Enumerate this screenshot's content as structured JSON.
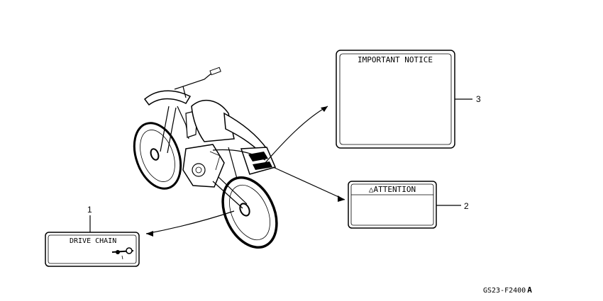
{
  "labels": {
    "notice": {
      "number": "3",
      "title": "IMPORTANT NOTICE"
    },
    "attention": {
      "number": "2",
      "title": "ATTENTION",
      "symbol": "△"
    },
    "drive_chain": {
      "number": "1",
      "title": "DRIVE CHAIN"
    }
  },
  "figure_code": "GS23-F2400",
  "figure_suffix": "A"
}
